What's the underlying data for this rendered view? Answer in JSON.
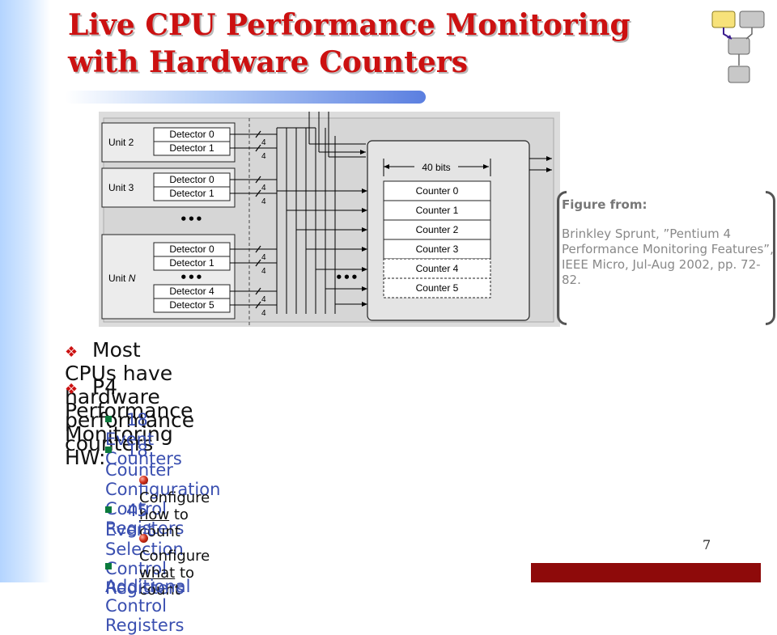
{
  "title": {
    "line1": "Live CPU Performance Monitoring",
    "line2": "with Hardware Counters"
  },
  "figure": {
    "units": [
      {
        "label": "Unit 2",
        "detectors": [
          "Detector 0",
          "Detector 1"
        ]
      },
      {
        "label": "Unit 3",
        "detectors": [
          "Detector 0",
          "Detector 1"
        ]
      },
      {
        "label": "Unit",
        "label_italic": "N",
        "detectors": [
          "Detector 0",
          "Detector 1",
          "Detector 4",
          "Detector 5"
        ]
      }
    ],
    "ellipsis": "•••",
    "bus_width": "4",
    "bits_label": "40 bits",
    "counters": [
      "Counter 0",
      "Counter 1",
      "Counter 2",
      "Counter 3",
      "Counter 4",
      "Counter 5"
    ]
  },
  "caption": {
    "heading": "Figure from:",
    "body": "Brinkley Sprunt, ”Pentium 4 Performance Monitoring Features”, IEEE Micro, Jul-Aug 2002, pp. 72-82."
  },
  "bullets": {
    "b1": "Most CPUs have hardware performance counters",
    "b2": "P4 Performance Monitoring HW:",
    "s1": "18 Event Counters",
    "s2": "18 Counter Configuration Control Registers",
    "s2a_pre": "Configure ",
    "s2a_u": "how",
    "s2a_post": " to count",
    "s3": "45 Event Selection Control Registers",
    "s3a_pre": "Configure ",
    "s3a_u": "what",
    "s3a_post": " to count",
    "s4": "Additional Control Registers"
  },
  "page_number": "7",
  "colors": {
    "title": "#cc1111",
    "sub_bullet_text": "#3a4fb0",
    "footer_bar": "#8e0a0a"
  }
}
